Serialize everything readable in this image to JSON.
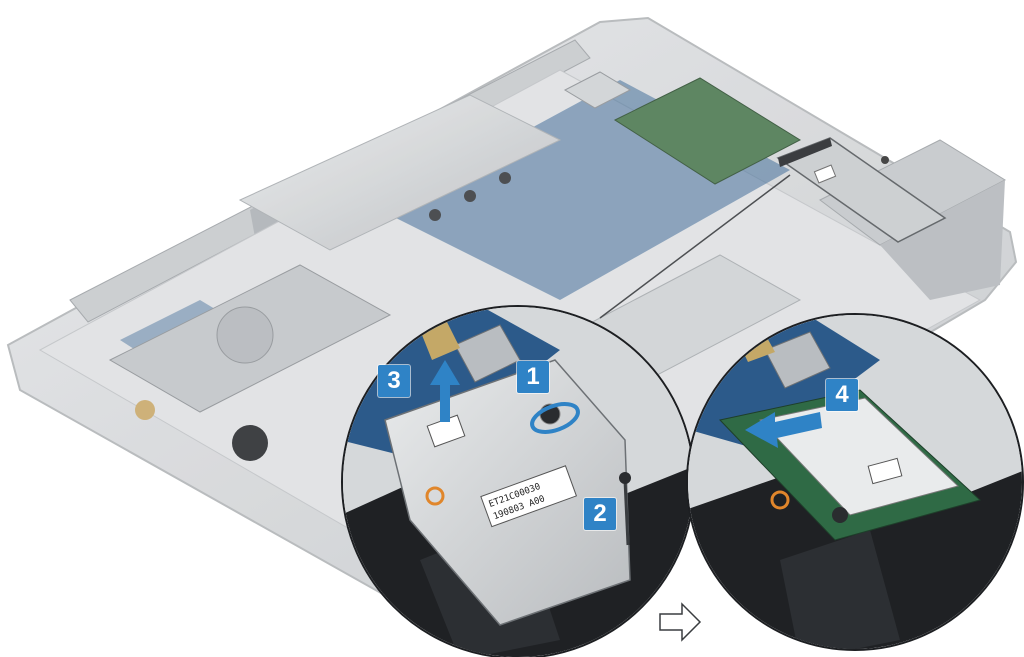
{
  "colors": {
    "background": "#ffffff",
    "chassis": "#d4d6d8",
    "chassis_shadow": "#b8bbbe",
    "motherboard": "#2e5f8f",
    "ram_pcb": "#3d6b43",
    "heat_shield": "#c9ccce",
    "speaker_black": "#1d1f22",
    "step_badge": "#2f83c6",
    "step_arrow": "#2f83c6"
  },
  "icons": {
    "next_arrow": "outline-right-arrow-icon",
    "screw": "screw-icon",
    "rotate": "rotate-arrow-icon",
    "lift": "lift-arrow-icon",
    "slide": "slide-arrow-icon"
  },
  "steps": {
    "step1": "1",
    "step2": "2",
    "step3": "3",
    "step4": "4"
  },
  "bracket_label": {
    "line1": "ET21C00030",
    "line2": "190803 A00"
  }
}
